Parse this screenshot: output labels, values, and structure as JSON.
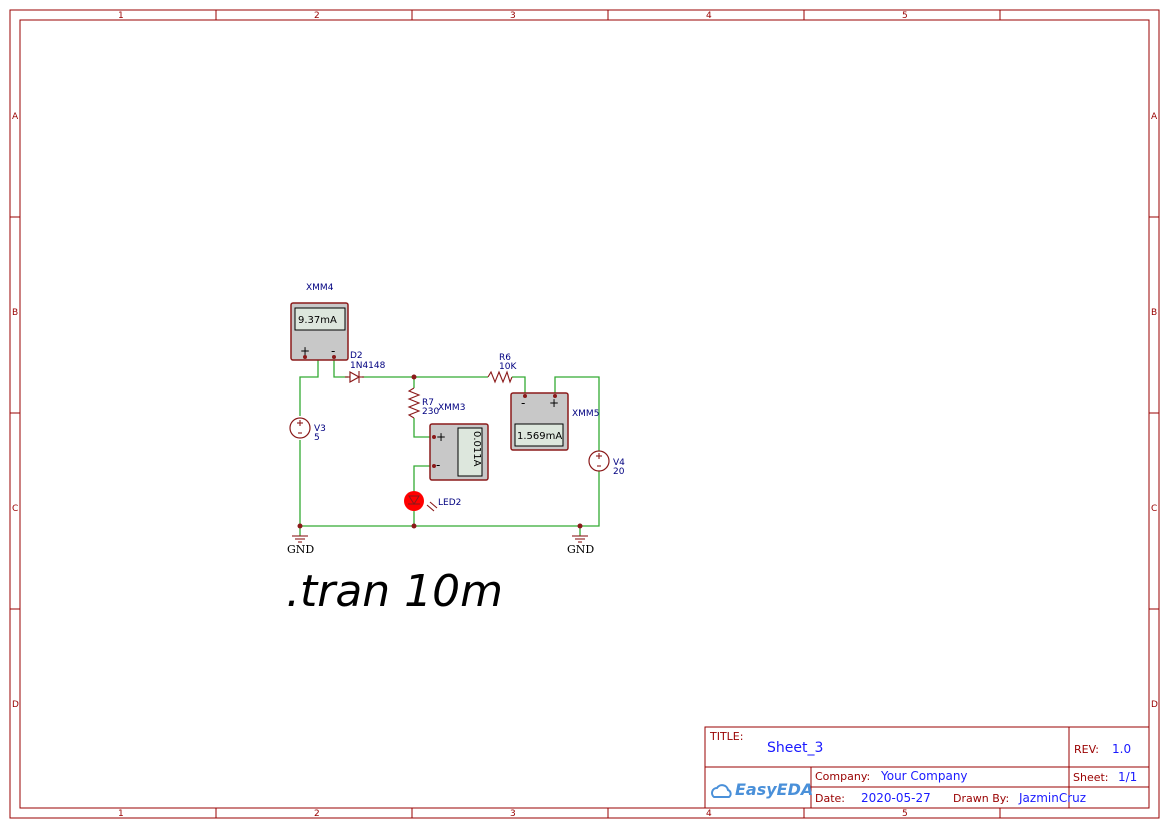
{
  "sheet": {
    "columns": [
      "1",
      "2",
      "3",
      "4",
      "5"
    ],
    "rows": [
      "A",
      "B",
      "C",
      "D"
    ]
  },
  "components": {
    "xmm4": {
      "ref": "XMM4",
      "reading": "9.37mA"
    },
    "xmm3": {
      "ref": "XMM3",
      "reading": "0.011A"
    },
    "xmm5": {
      "ref": "XMM5",
      "reading": "1.569mA"
    },
    "d2": {
      "ref": "D2",
      "value": "1N4148"
    },
    "r6": {
      "ref": "R6",
      "value": "10K"
    },
    "r7": {
      "ref": "R7",
      "value": "230"
    },
    "v3": {
      "ref": "V3",
      "value": "5"
    },
    "v4": {
      "ref": "V4",
      "value": "20"
    },
    "led2": {
      "ref": "LED2"
    },
    "gnd1": {
      "label": "GND"
    },
    "gnd2": {
      "label": "GND"
    }
  },
  "meter_signs": {
    "plus": "+",
    "minus": "-"
  },
  "sim_directive": ".tran 10m",
  "title_block": {
    "title_key": "TITLE:",
    "title": "Sheet_3",
    "rev_key": "REV:",
    "rev": "1.0",
    "logo": "EasyEDA",
    "company_key": "Company:",
    "company": "Your Company",
    "sheet_key": "Sheet:",
    "sheet": "1/1",
    "date_key": "Date:",
    "date": "2020-05-27",
    "drawn_key": "Drawn By:",
    "drawn": "JazminCruz"
  },
  "colors": {
    "frame": "#990000",
    "wire": "#33aa33",
    "label": "#000080",
    "led": "#ff0000",
    "title_value": "#1a1aff"
  }
}
